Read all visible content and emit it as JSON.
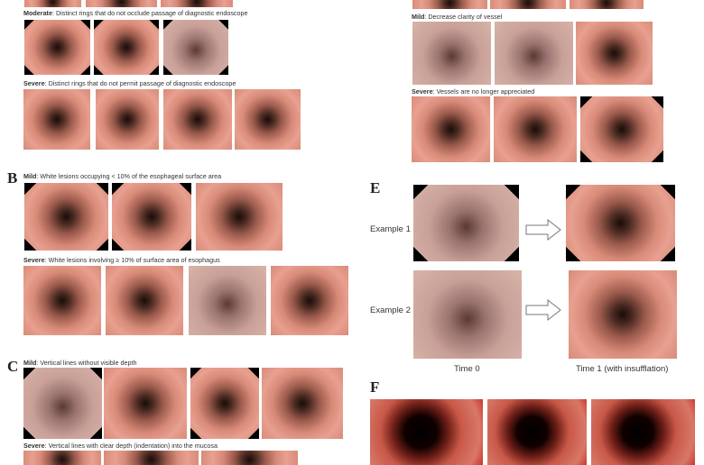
{
  "panel_a": {
    "moderate_label": "Moderate",
    "moderate_text": ": Distinct rings that do not occlude passage of diagnostic endoscope",
    "severe_label": "Severe",
    "severe_text": ": Distinct rings that do not permit passage of diagnostic endoscope"
  },
  "panel_b": {
    "letter": "B",
    "mild_label": "Mild",
    "mild_text": ": White lesions occupying < 10% of the esophageal surface area",
    "severe_label": "Severe",
    "severe_text": ": White lesions involving ≥ 10% of surface area of esophagus"
  },
  "panel_c": {
    "letter": "C",
    "mild_label": "Mild",
    "mild_text": ": Vertical lines without visible depth",
    "severe_label": "Severe",
    "severe_text": ": Vertical lines with  clear depth (indentation) into the mucosa"
  },
  "panel_d": {
    "mild_label": "Mild",
    "mild_text": ": Decrease clarity of vessel",
    "severe_label": "Severe",
    "severe_text": ": Vessels are no longer appreciated"
  },
  "panel_e": {
    "letter": "E",
    "example1": "Example 1",
    "example2": "Example 2",
    "time0": "Time 0",
    "time1": "Time 1 (with insufflation)"
  },
  "panel_f": {
    "letter": "F"
  }
}
